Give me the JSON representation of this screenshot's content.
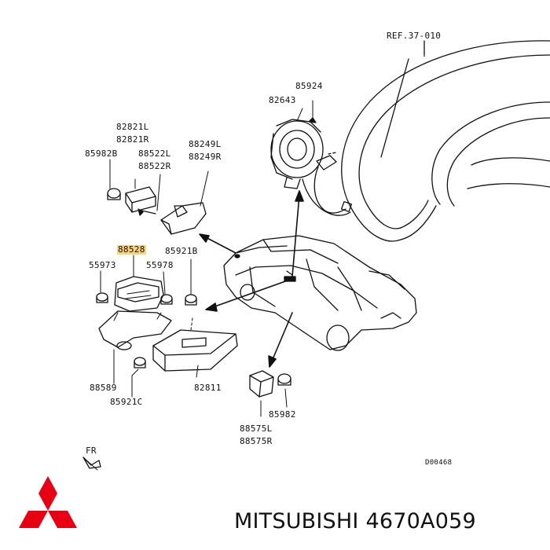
{
  "diagram": {
    "ref_label": "REF.37-010",
    "drawing_code": "D00468",
    "fr_label": "FR",
    "labels": {
      "p85924": "85924",
      "p82643": "82643",
      "p82821l": "82821L",
      "p82821r": "82821R",
      "p85982b": "85982B",
      "p88522l": "88522L",
      "p88522r": "88522R",
      "p88249l": "88249L",
      "p88249r": "88249R",
      "p88528": "88528",
      "p85921b": "85921B",
      "p55973": "55973",
      "p55978": "55978",
      "p88589": "88589",
      "p82811": "82811",
      "p85921c": "85921C",
      "p85982": "85982",
      "p88575l": "88575L",
      "p88575r": "88575R"
    },
    "highlighted_part": "88528",
    "colors": {
      "highlight": "#f7d27a",
      "line": "#111111",
      "logo": "#e60012"
    }
  },
  "footer": {
    "brand": "MITSUBISHI",
    "part_number": "4670A059"
  },
  "icons": {
    "logo": "three-diamond-logo-icon",
    "front_arrow": "front-arrow-icon"
  }
}
